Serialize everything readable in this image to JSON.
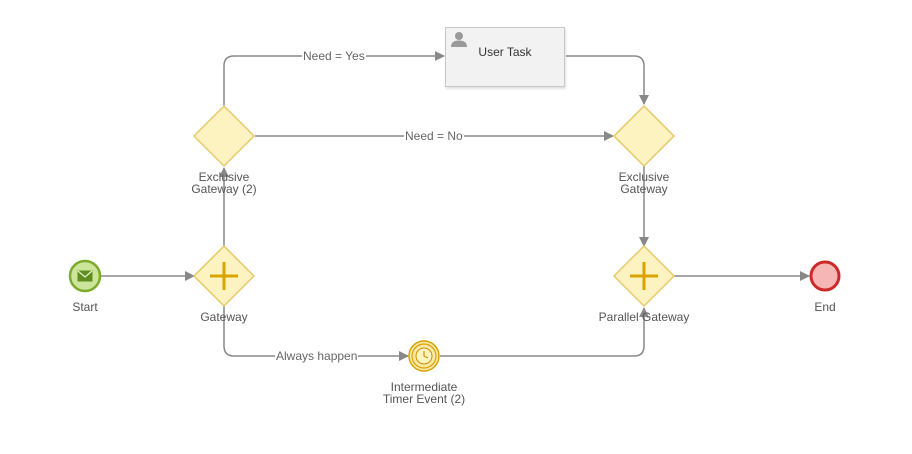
{
  "diagram": {
    "nodes": {
      "start": {
        "label": "Start",
        "type": "message-start-event"
      },
      "gateway": {
        "label": "Gateway",
        "type": "parallel-gateway"
      },
      "exclusive_gateway_2": {
        "label_line1": "Exclusive",
        "label_line2": "Gateway (2)",
        "type": "exclusive-gateway"
      },
      "user_task": {
        "label": "User Task",
        "type": "user-task",
        "icon": "user-icon"
      },
      "exclusive_gateway": {
        "label_line1": "Exclusive",
        "label_line2": "Gateway",
        "type": "exclusive-gateway"
      },
      "parallel_gateway": {
        "label": "Parallel Gateway",
        "type": "parallel-gateway"
      },
      "timer_event": {
        "label_line1": "Intermediate",
        "label_line2": "Timer Event (2)",
        "type": "intermediate-timer-event"
      },
      "end": {
        "label": "End",
        "type": "end-event"
      }
    },
    "edges": {
      "need_yes": {
        "label": "Need = Yes",
        "from": "Exclusive Gateway (2)",
        "to": "User Task"
      },
      "need_no": {
        "label": "Need = No",
        "from": "Exclusive Gateway (2)",
        "to": "Exclusive Gateway"
      },
      "always_happen": {
        "label": "Always happen",
        "from": "Gateway",
        "to": "Intermediate Timer Event (2)"
      }
    },
    "colors": {
      "flow_line": "#888888",
      "gateway_fill": "#fdf3c1",
      "gateway_stroke": "#e6c96a",
      "gateway_marker": "#d9a400",
      "start_fill": "#cde59a",
      "start_stroke": "#7aab2d",
      "end_fill": "#f6b6b6",
      "end_stroke": "#cc2a2a",
      "timer_fill": "#fbe7a8",
      "timer_stroke": "#d9a400",
      "task_fill": "#f2f2f2"
    }
  }
}
